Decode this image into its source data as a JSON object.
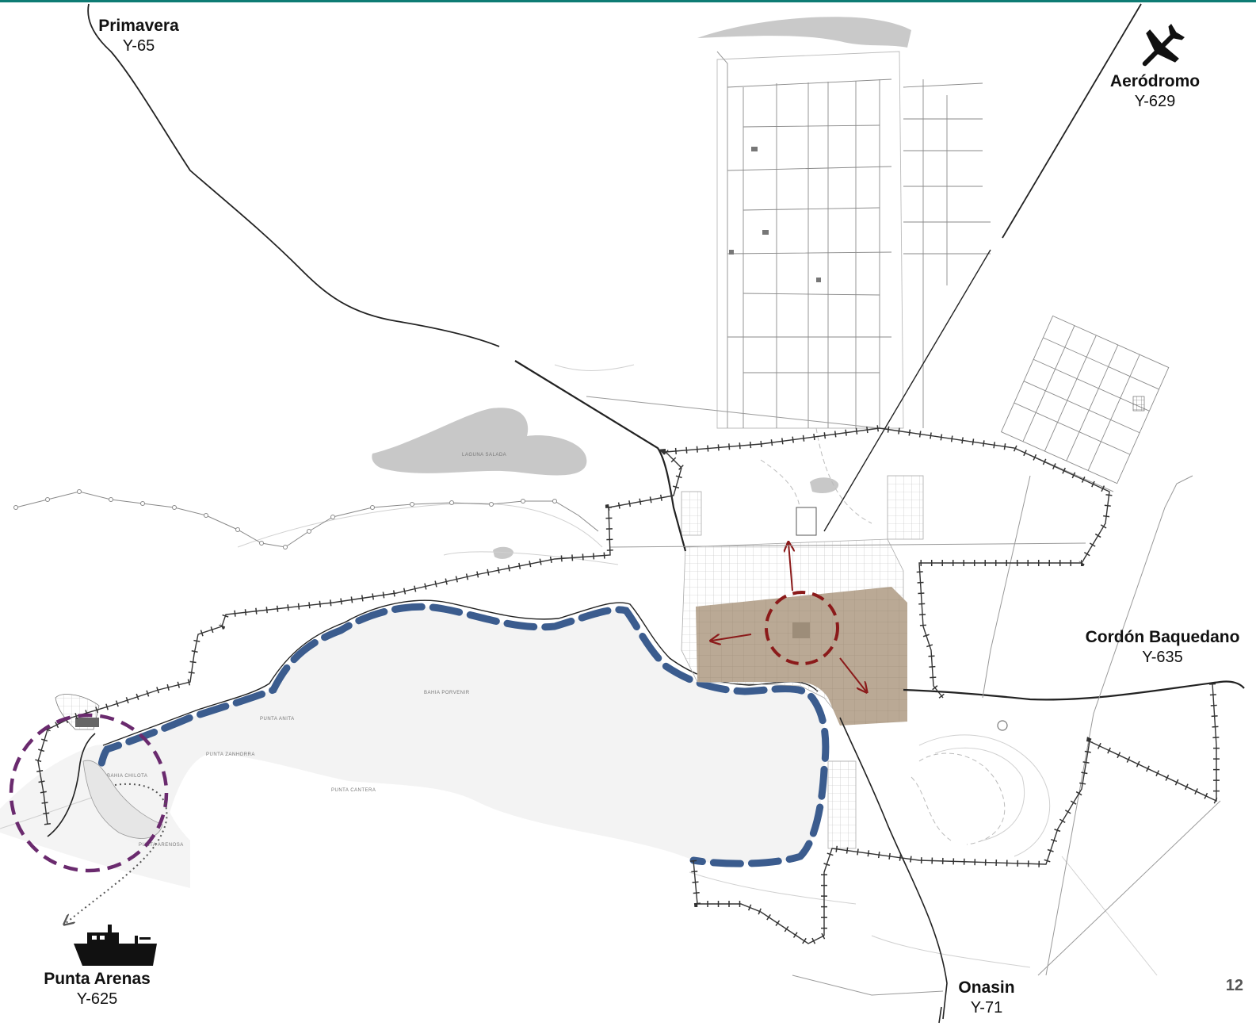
{
  "colors": {
    "top_border": "#0e7c74",
    "bay_fill": "#f3f3f3",
    "bay_outline": "#3b5c8e",
    "urban_center": "#baa995",
    "expansion": "#8b1a1a",
    "port_circle": "#6a2a6e",
    "lagoon": "#c8c8c8"
  },
  "labels": {
    "primavera": {
      "name": "Primavera",
      "code": "Y-65"
    },
    "aerodromo": {
      "name": "Aeródromo",
      "code": "Y-629",
      "icon": "airplane-icon"
    },
    "cordon": {
      "name": "Cordón Baquedano",
      "code": "Y-635"
    },
    "onasin": {
      "name": "Onasin",
      "code": "Y-71"
    },
    "punta_arenas": {
      "name": "Punta Arenas",
      "code": "Y-625",
      "icon": "ship-icon"
    }
  },
  "map_text": {
    "laguna": "LAGUNA SALADA",
    "bahia": "BAHIA PORVENIR",
    "punta_anita": "PUNTA ANITA",
    "punta_zanhorra": "PUNTA ZANHORRA",
    "punta_cantera": "PUNTA CANTERA",
    "bahia_chilota": "BAHIA CHILOTA",
    "punta_arenosa": "PUNTA ARENOSA"
  },
  "page_number": "12"
}
